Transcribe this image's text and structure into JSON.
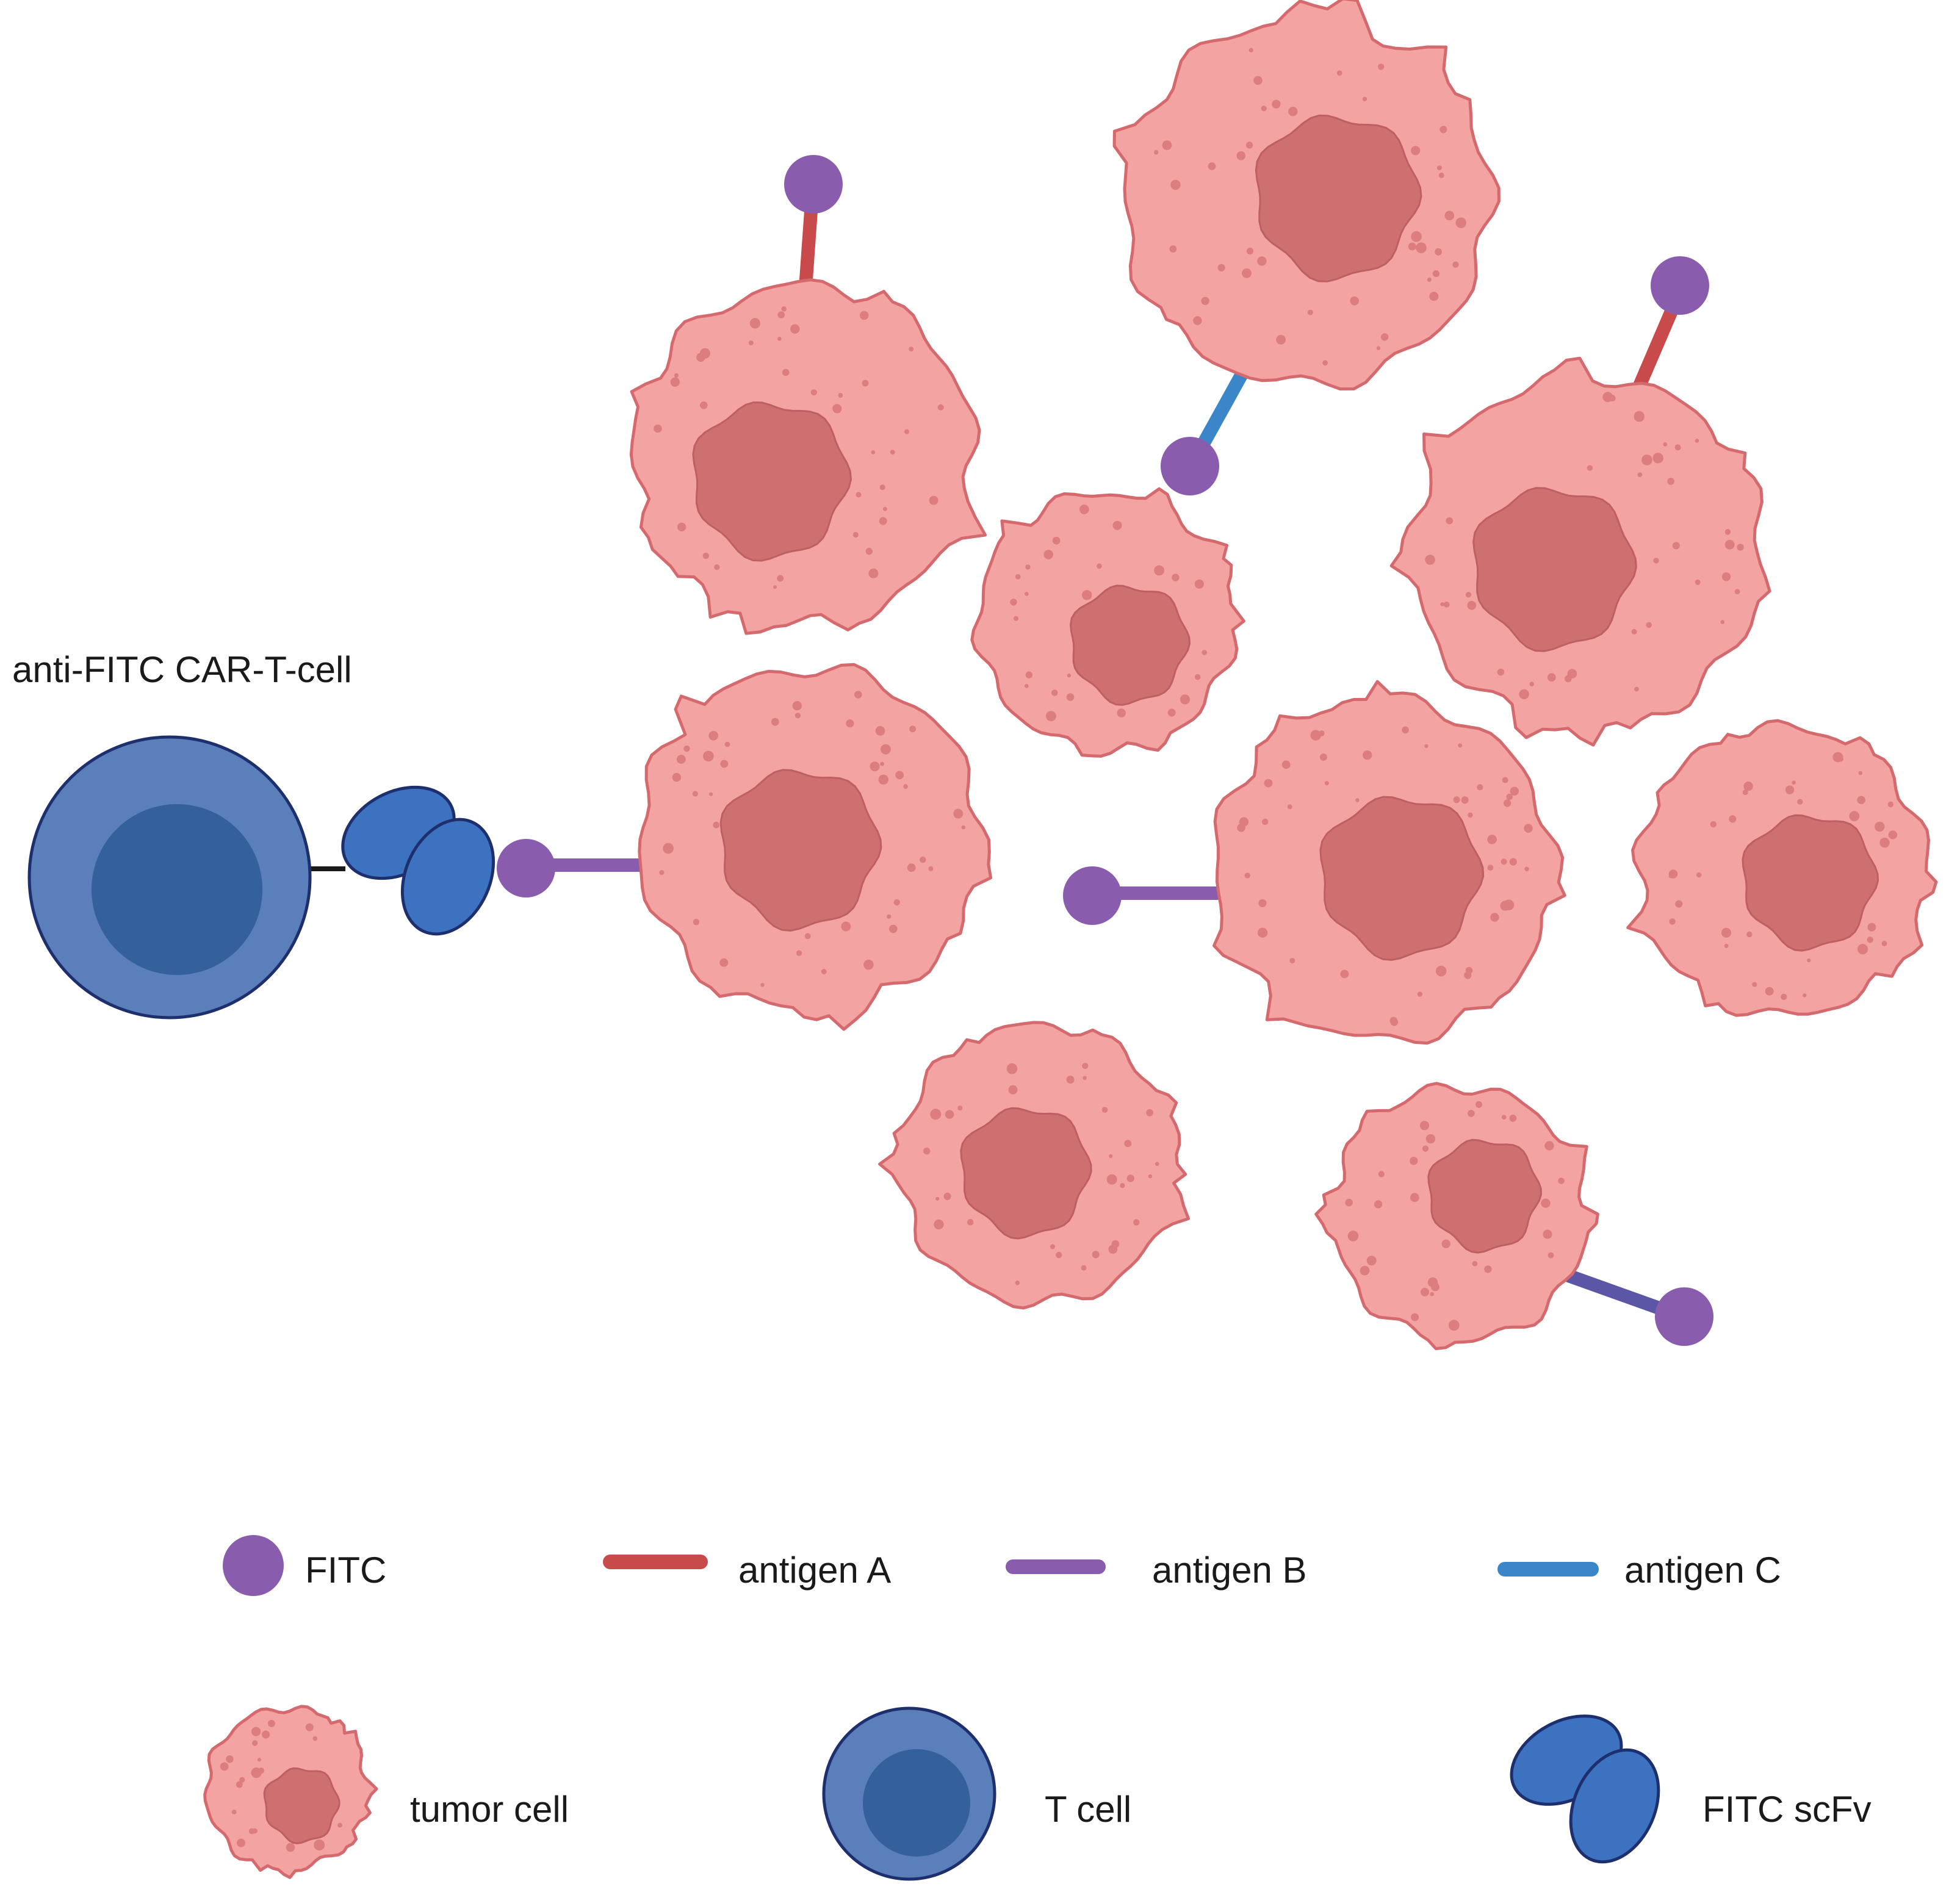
{
  "caption": "anti-FITC CAR-T-cell",
  "legend": {
    "fitc": "FITC",
    "antigen_a": "antigen A",
    "antigen_b": "antigen B",
    "antigen_c": "antigen C",
    "tumor_cell": "tumor cell",
    "t_cell": "T cell",
    "fitc_scfv": "FITC scFv"
  },
  "colors": {
    "fitc": "#8a5cad",
    "antigen_a": "#c94a4a",
    "antigen_b": "#8a5cad",
    "antigen_c": "#3a86c8",
    "tumor_cell": "#f4a3a3",
    "tumor_outline": "#d46a6e",
    "tumor_nucleus": "#cf7070",
    "t_cell_outer": "#5a7fba",
    "t_cell_inner": "#34609c",
    "scfv": "#3d72c0",
    "outline_dark": "#1e2f6e"
  }
}
